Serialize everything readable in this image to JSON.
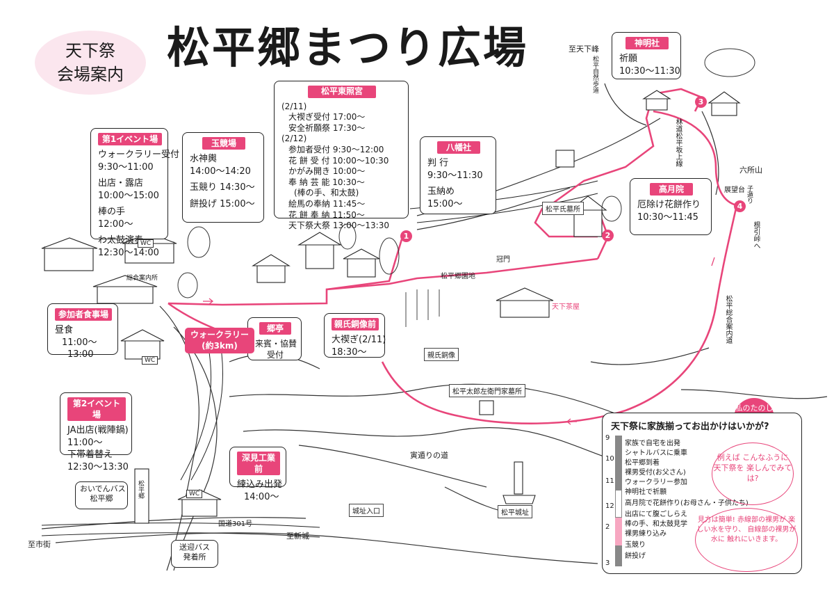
{
  "title": "松平郷まつり広場",
  "badge": {
    "line1": "天下祭",
    "line2": "会場案内"
  },
  "accent_color": "#e8457a",
  "boxes": {
    "event1": {
      "header": "第1イベント場",
      "lines": [
        "ウォークラリー受付",
        "9:30～11:00",
        "出店・露店",
        "10:00～15:00",
        "棒の手",
        "12:00～",
        "わ太鼓演奏",
        "12:30～14:00"
      ]
    },
    "tamakyo": {
      "header": "玉競場",
      "lines": [
        "水神輿",
        "14:00～14:20",
        "玉競り 14:30～",
        "餅投げ 15:00～"
      ]
    },
    "toshogu": {
      "header": "松平東照宮",
      "lines": [
        "(2/11)",
        "大禊ぎ受付 17:00～",
        "安全祈願祭 17:30～",
        "(2/12)",
        "参加者受付 9:30～12:00",
        "花 餅 受 付 10:00～10:30",
        "かがみ開き 10:00～",
        "奉 納 芸 能 10:30～",
        "(棒の手、和太鼓)",
        "絵馬の奉納 11:45～",
        "花 餅 奉 納 11:50～",
        "天下祭大祭 13:00～13:30"
      ]
    },
    "hachiman": {
      "header": "八幡社",
      "lines": [
        "判 行",
        "9:30～11:30",
        "玉納め",
        "15:00～"
      ]
    },
    "shinmei": {
      "header": "神明社",
      "lines": [
        "祈願",
        "10:30～11:30"
      ]
    },
    "kogetsu": {
      "header": "高月院",
      "lines": [
        "厄除け花餅作り",
        "10:30～11:45"
      ]
    },
    "meal": {
      "header": "参加者食事場",
      "lines": [
        "昼食",
        "11:00～",
        "13:00"
      ]
    },
    "gotei": {
      "header": "郷亭",
      "lines": [
        "来賓・協賛",
        "受付"
      ]
    },
    "chikauji": {
      "header": "親氏銅像前",
      "lines": [
        "大禊ぎ(2/11)",
        "18:30～"
      ]
    },
    "event2": {
      "header": "第2イベント場",
      "lines": [
        "JA出店(戦陣鍋)",
        "11:00～",
        "下帯着替え",
        "12:30～13:30"
      ]
    },
    "fukami": {
      "header": "深見工業前",
      "lines": [
        "練込み出発",
        "14:00～"
      ]
    },
    "bus": {
      "lines": [
        "おいでんバス",
        "松平郷"
      ]
    },
    "shuttle": {
      "lines": [
        "送迎バス",
        "発着所"
      ]
    }
  },
  "walkrally": {
    "line1": "ウォークラリー",
    "line2": "(約3km)"
  },
  "markers": [
    "1",
    "2",
    "3",
    "4"
  ],
  "wc_label": "WC",
  "map_labels": {
    "sogo": "総合案内所",
    "matsudaira_bochi": "松平郷園地",
    "kanmon": "冠門",
    "tenka_chaya": "天下茶屋",
    "chikauji_zo": "親氏銅像",
    "tarozaemon": "松平太郎左衛門家墓所",
    "shiroato_iriguchi": "城址入口",
    "shiroato": "松平城址",
    "torayama": "寅遁りの道",
    "kokudo": "国道301号",
    "to_shigai": "至市街",
    "to_shinjo": "至新城",
    "to_tenkamine": "至天下峰",
    "rokushozan": "六所山",
    "tenbodai": "展望台",
    "nebiki": "根引峠へ",
    "hakaba": "松平氏墓所",
    "kogiri": "子遁り",
    "rindou": "林道松平坂上線",
    "hakaji": "松平自然歩道",
    "furusato": "松平郷",
    "shizenhodo": "松平総合案内道"
  },
  "schedule": {
    "title": "天下祭に家族揃ってお出かけはいかが?",
    "my_tag": "私のたのしみ方",
    "hours": [
      "9",
      "10",
      "11",
      "12",
      "2",
      "3"
    ],
    "events": [
      "家族で自宅を出発",
      "シャトルバスに乗車",
      "松平郷到着",
      "裸男受付(お父さん)",
      "ウォークラリー参加",
      "神明社で祈願",
      "高月院で花餅作り(お母さん・子供たち)",
      "出店にて腹ごしらえ",
      "棒の手、和太鼓見学",
      "裸男練り込み",
      "玉競り",
      "餅投げ"
    ],
    "note1": "例えば こんなふうに 天下祭を 楽しんでみては?",
    "note2": "見方は簡単! 赤線部の裸男が 楽しい水を守り、 自線部の裸男が水に 触れにいきます。"
  }
}
